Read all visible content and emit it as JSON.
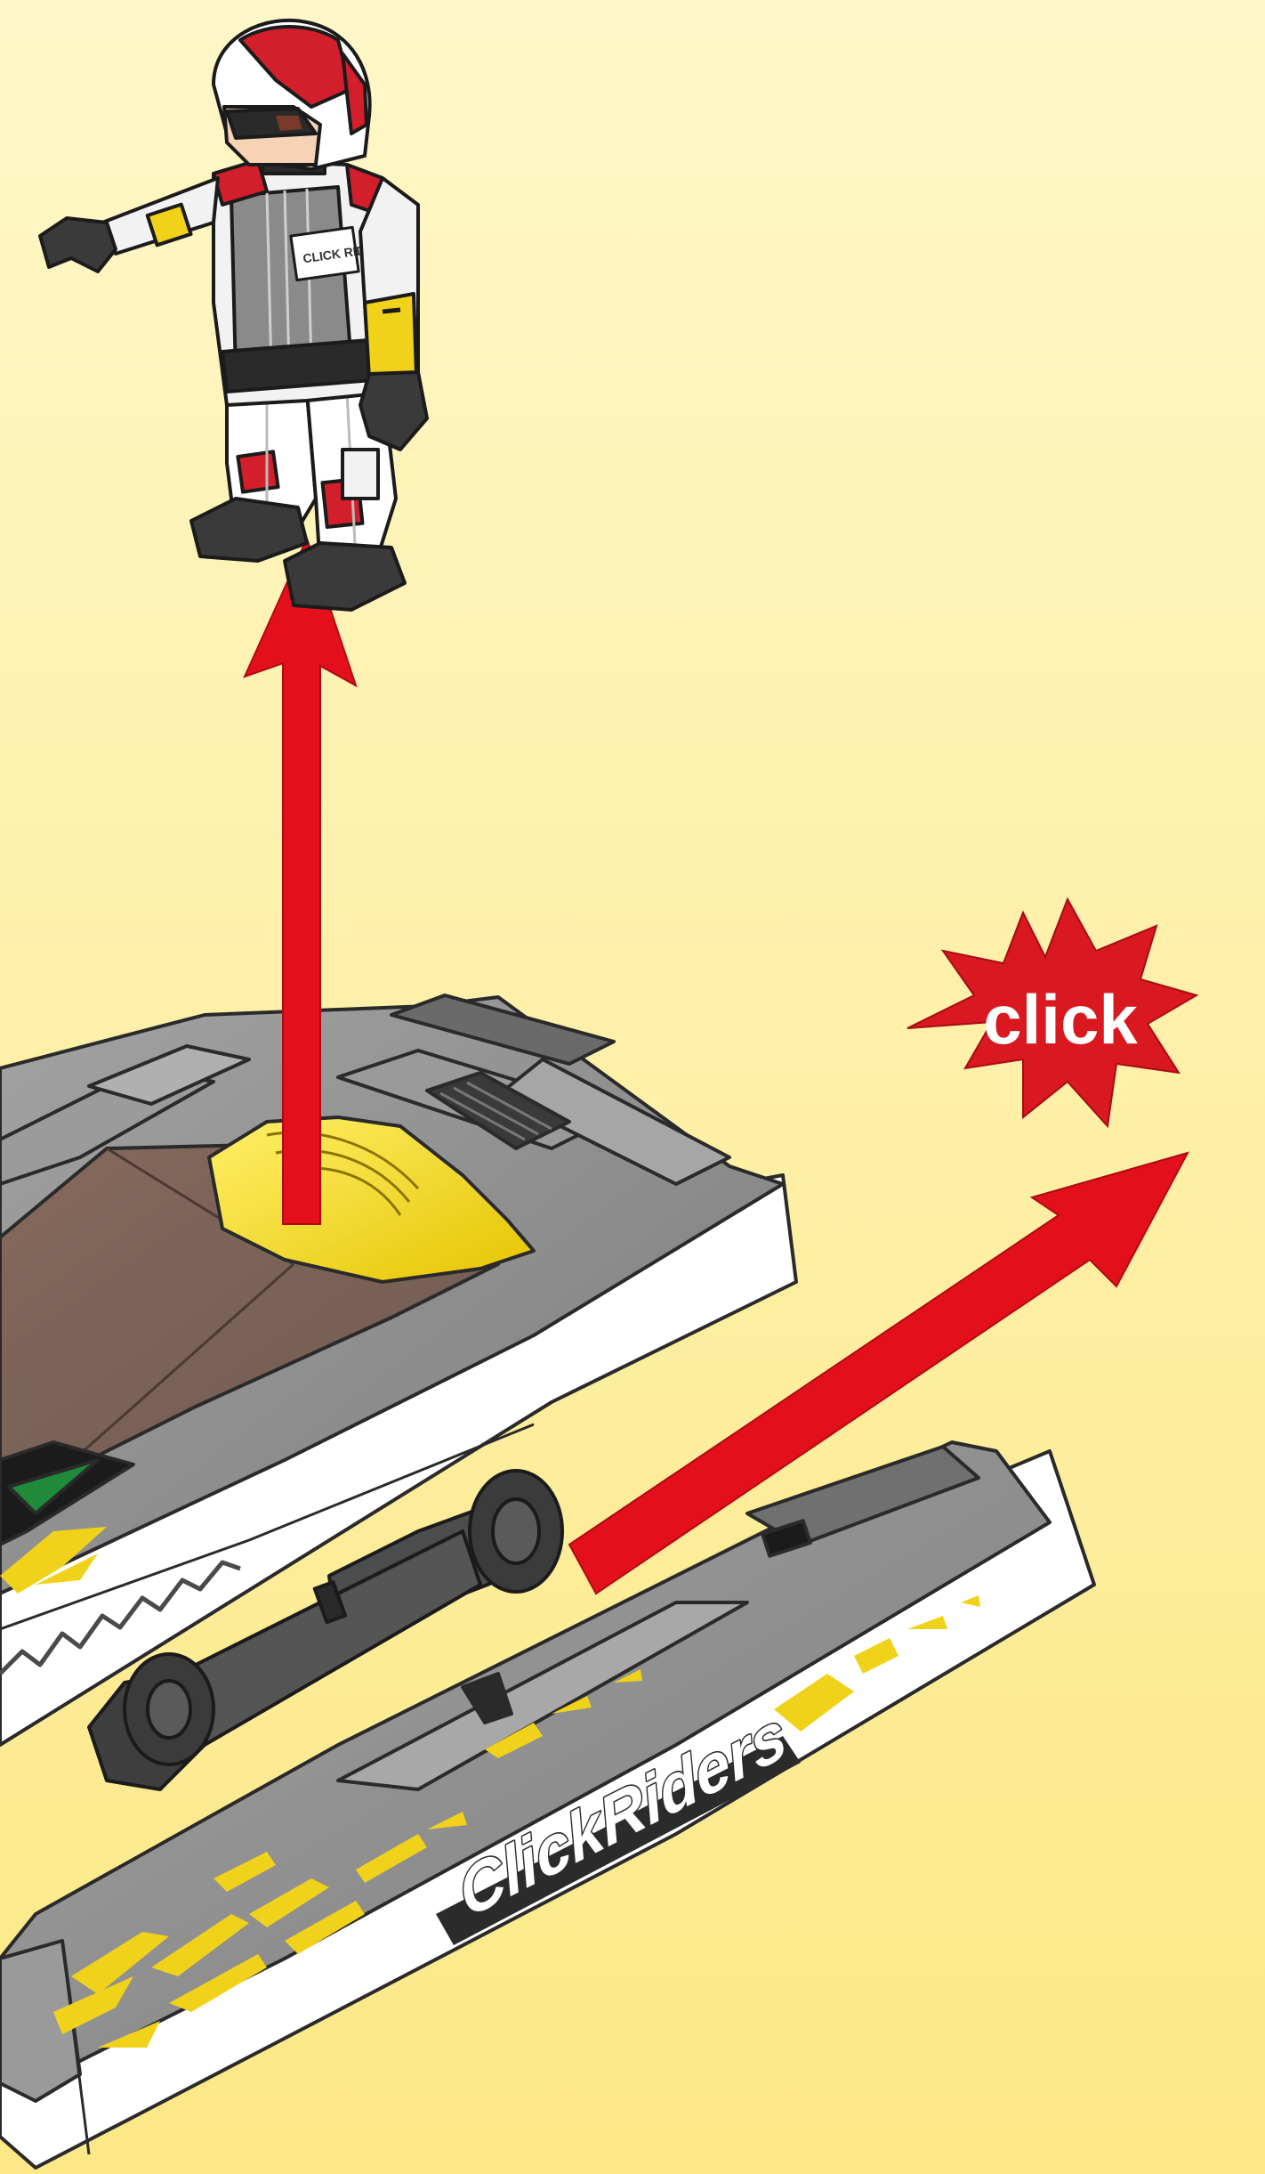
{
  "illustration": {
    "burst_label": "click",
    "brand_logo": "ClickRiders",
    "chest_patch": "CLICK RIDERS",
    "colors": {
      "background_top": "#fff6c4",
      "background_bottom": "#fce98a",
      "arrow": "#e3101b",
      "burst": "#d91820",
      "hull_gray": "#8e8e8e",
      "hull_dark": "#5b5b5b",
      "hull_white": "#ffffff",
      "seat": "#7b6358",
      "accent_yellow": "#f1d21a",
      "accent_green": "#1f8a3a",
      "outline": "#2a2a2a"
    },
    "elements": [
      "rider-figure",
      "up-arrow",
      "right-arrow",
      "click-burst",
      "jet-ski-hull",
      "outrigger-pontoon"
    ]
  }
}
